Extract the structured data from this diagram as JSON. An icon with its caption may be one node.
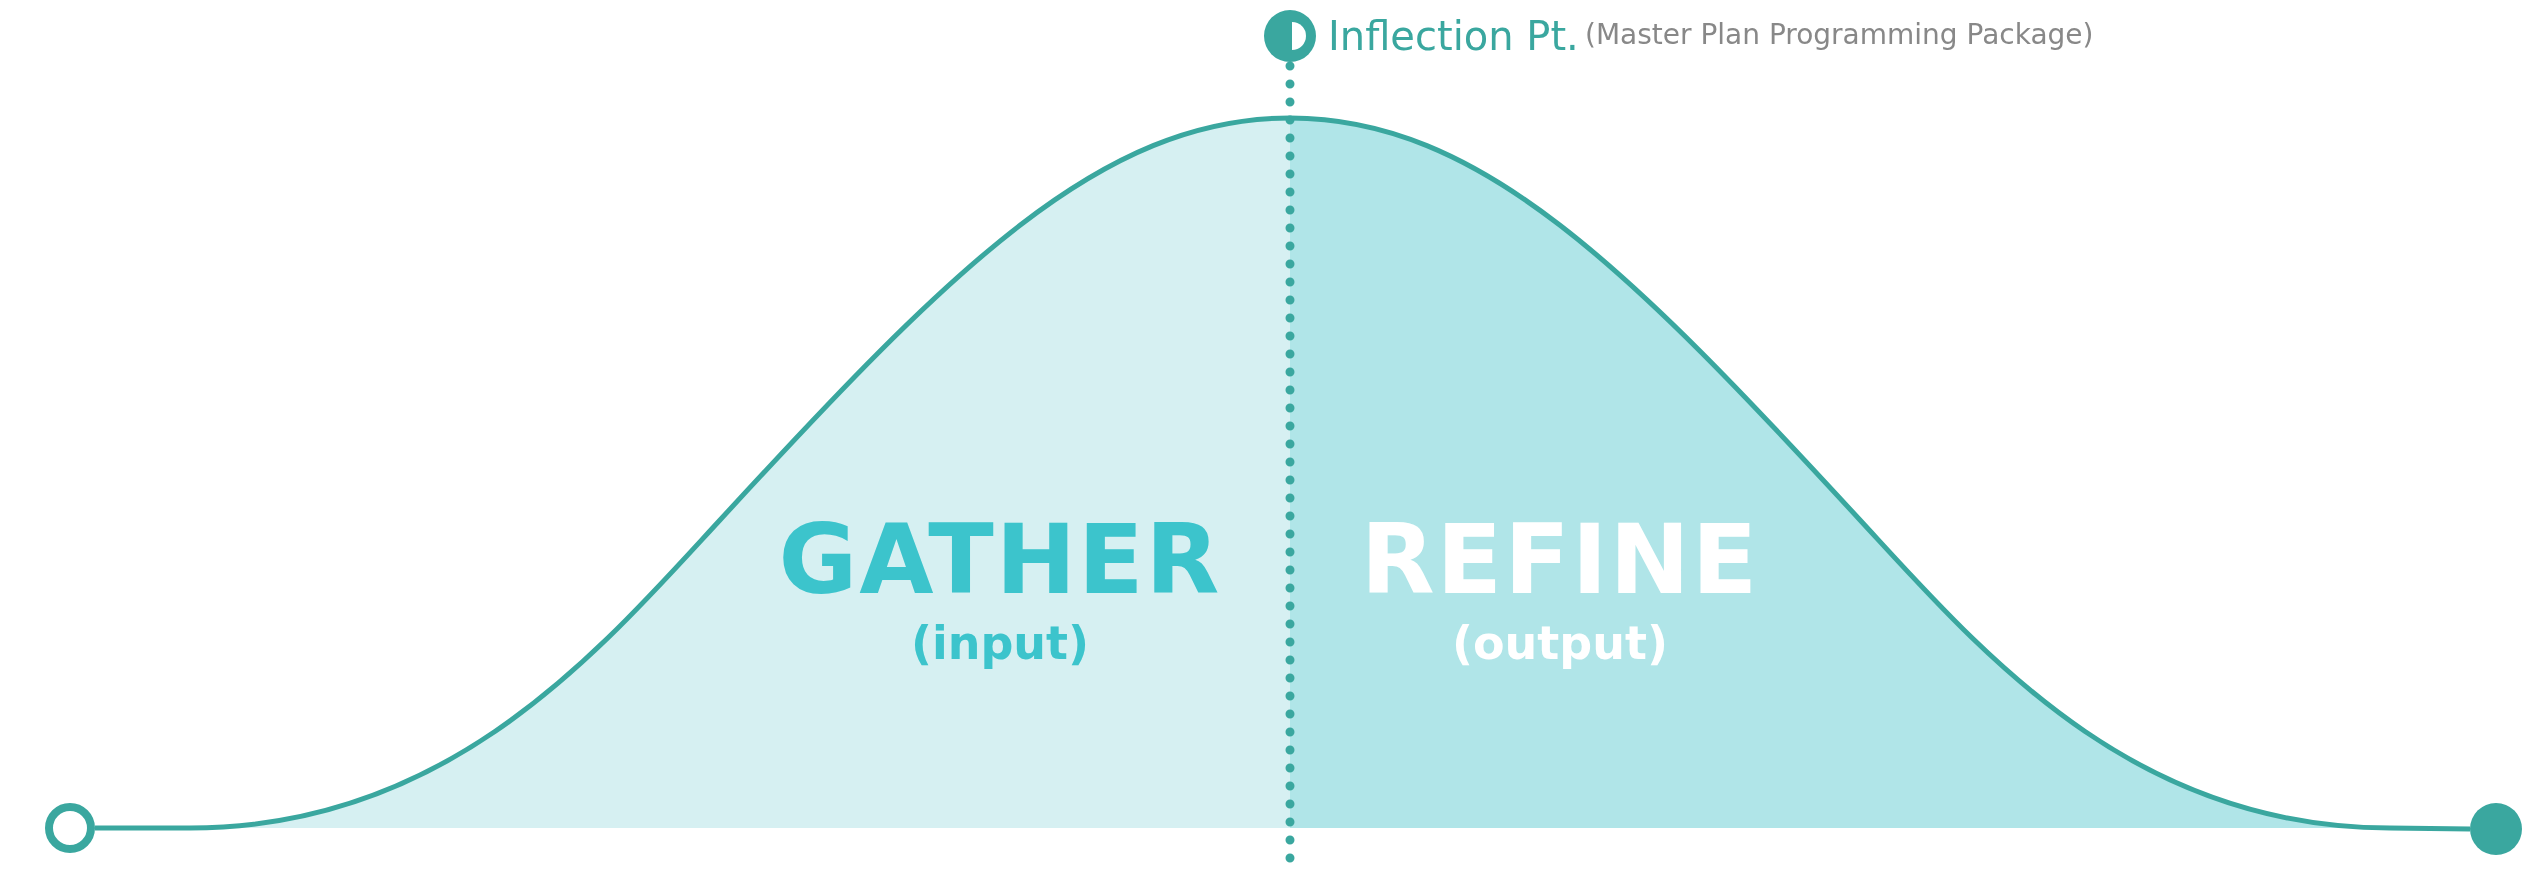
{
  "diagram": {
    "nodes": [
      {
        "text": [],
        "shape": "circle"
      },
      {
        "text": [],
        "shape": "circle"
      },
      {
        "text": [
          "GATHER",
          "(input)"
        ]
      },
      {
        "text": [
          "REFINE",
          "(output)"
        ]
      },
      {
        "text": [
          "Inflection Pt."
        ]
      }
    ],
    "edges": [
      {
        "from": 0,
        "to": 1,
        "arrow": "none"
      }
    ],
    "labels": [
      "(Master Plan Programming Package)"
    ]
  }
}
